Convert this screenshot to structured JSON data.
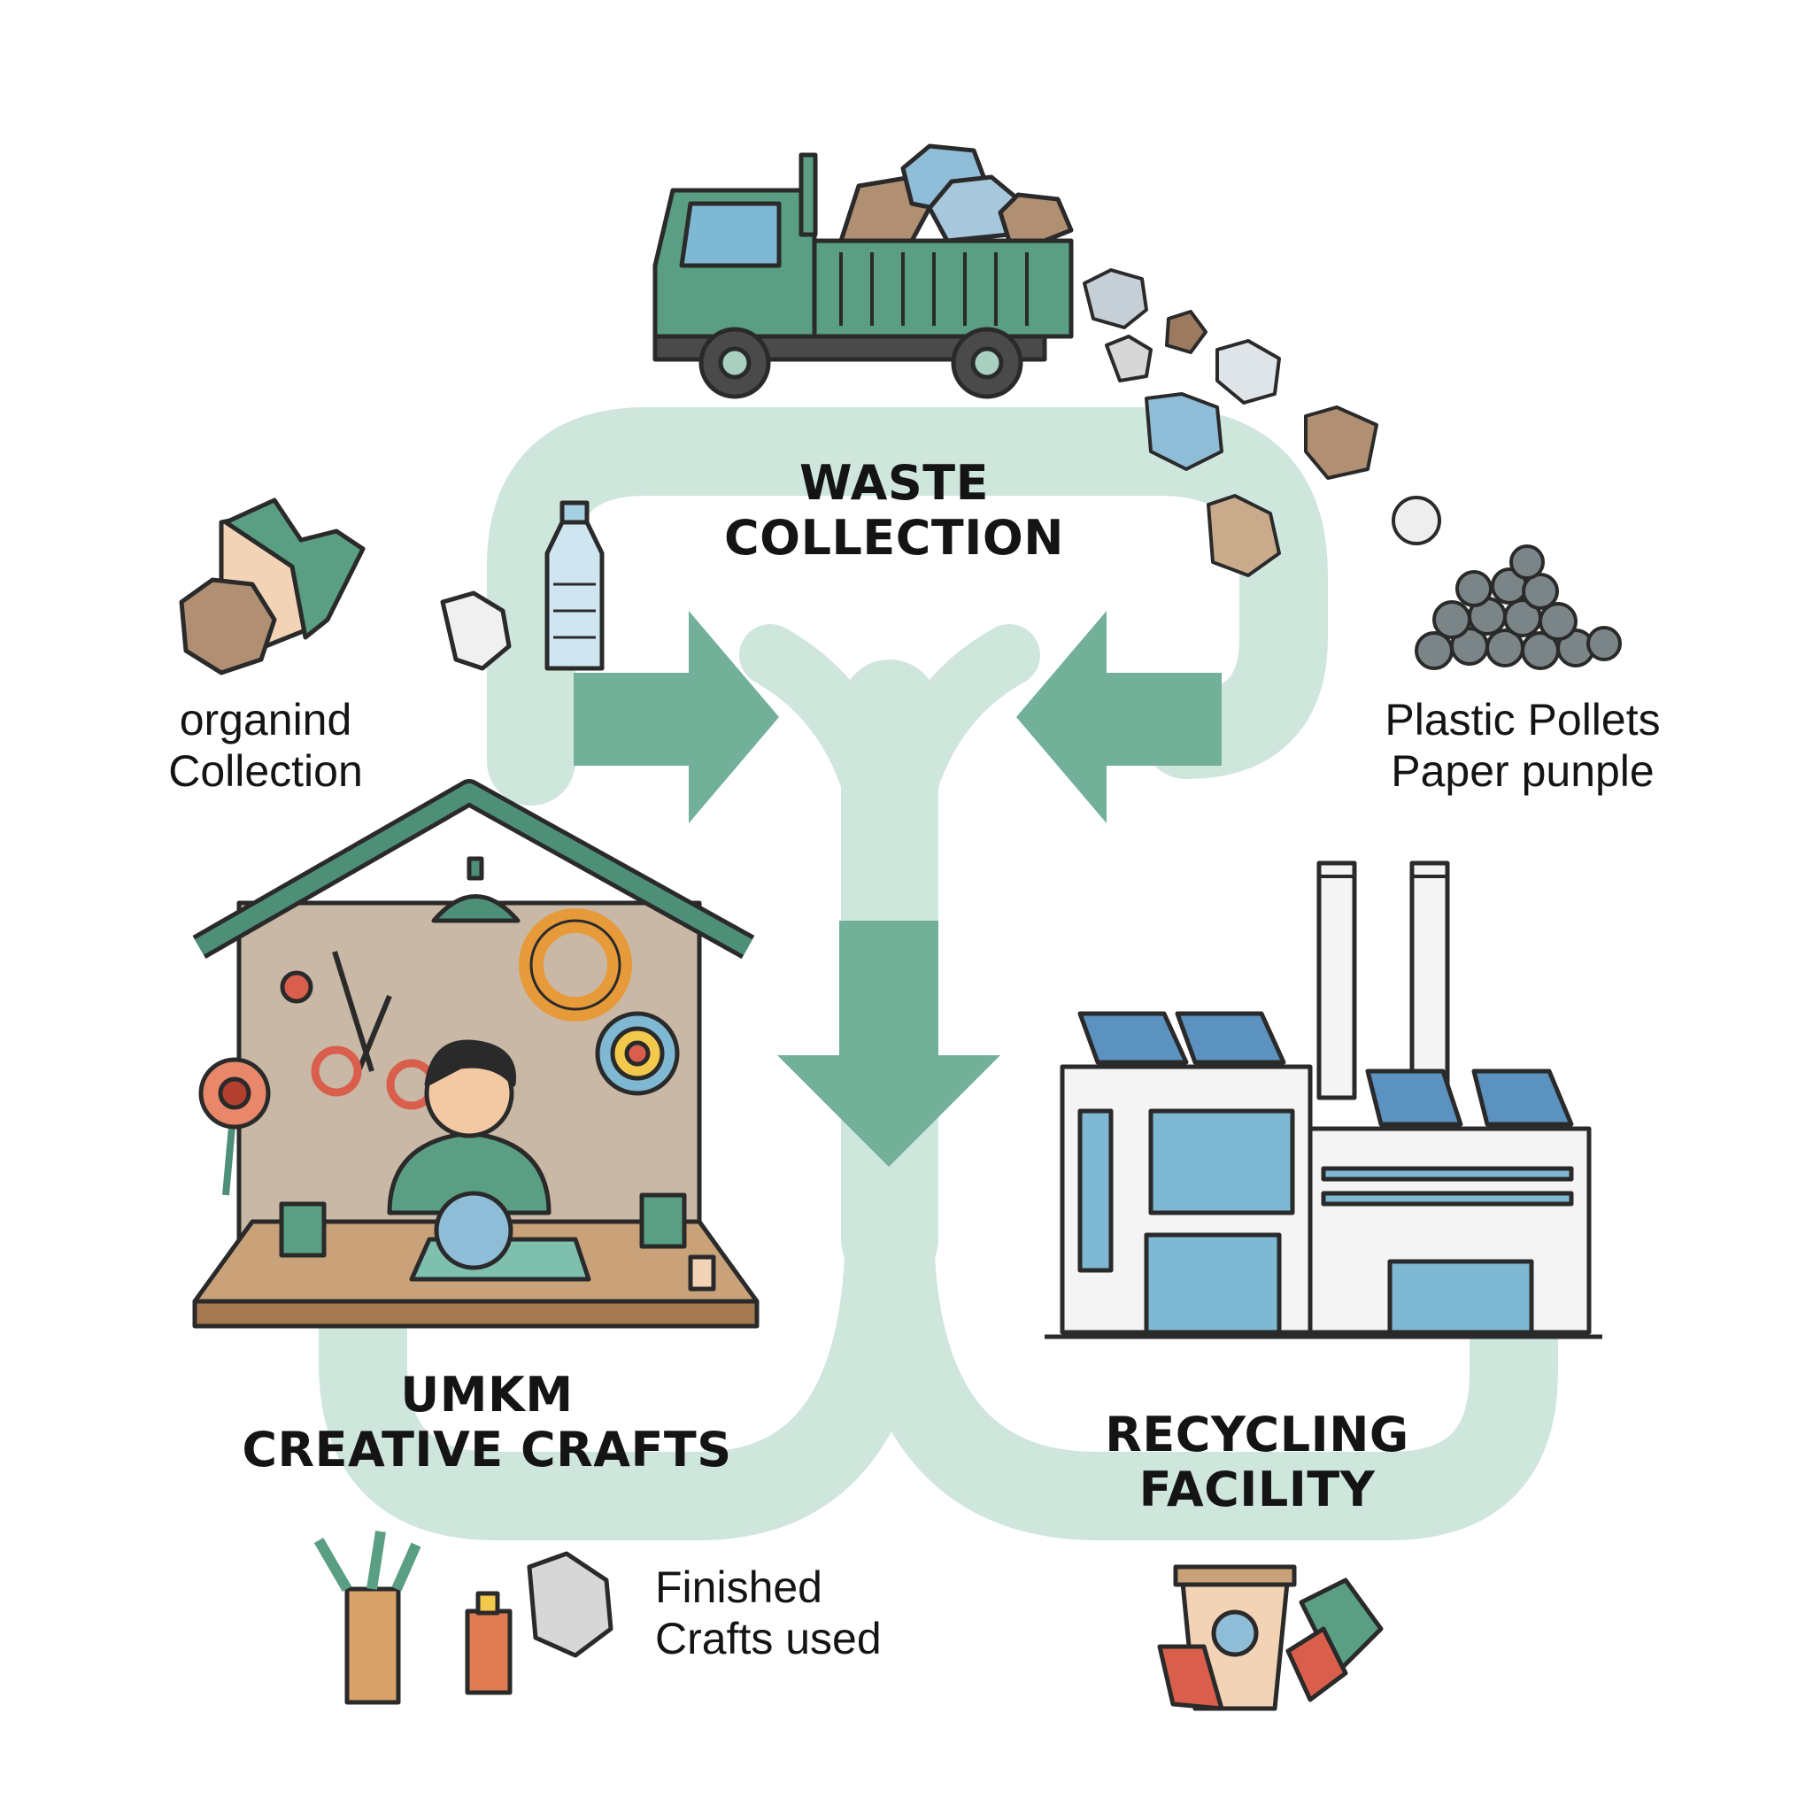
{
  "stages": {
    "waste_collection": {
      "line1": "WASTE",
      "line2": "COLLECTION"
    },
    "umkm": {
      "line1": "UMKM",
      "line2": "CREATIVE CRAFTS"
    },
    "recycling": {
      "line1": "RECYCLING",
      "line2": "FACILITY"
    }
  },
  "notes": {
    "organic": {
      "line1": "organind",
      "line2": "Collection"
    },
    "pellets": {
      "line1": "Plastic Pollets",
      "line2": "Paper punple"
    },
    "finished": {
      "line1": "Finished",
      "line2": "Crafts used"
    }
  },
  "colors": {
    "flow": "#cfe6dc",
    "arrow": "#72b09a",
    "truck": "#5a9e84",
    "outline": "#2a2a2a",
    "wall": "#c9b8a6",
    "roof": "#4e8f78",
    "desk": "#b98a5e",
    "glass": "#7fb8d3"
  }
}
